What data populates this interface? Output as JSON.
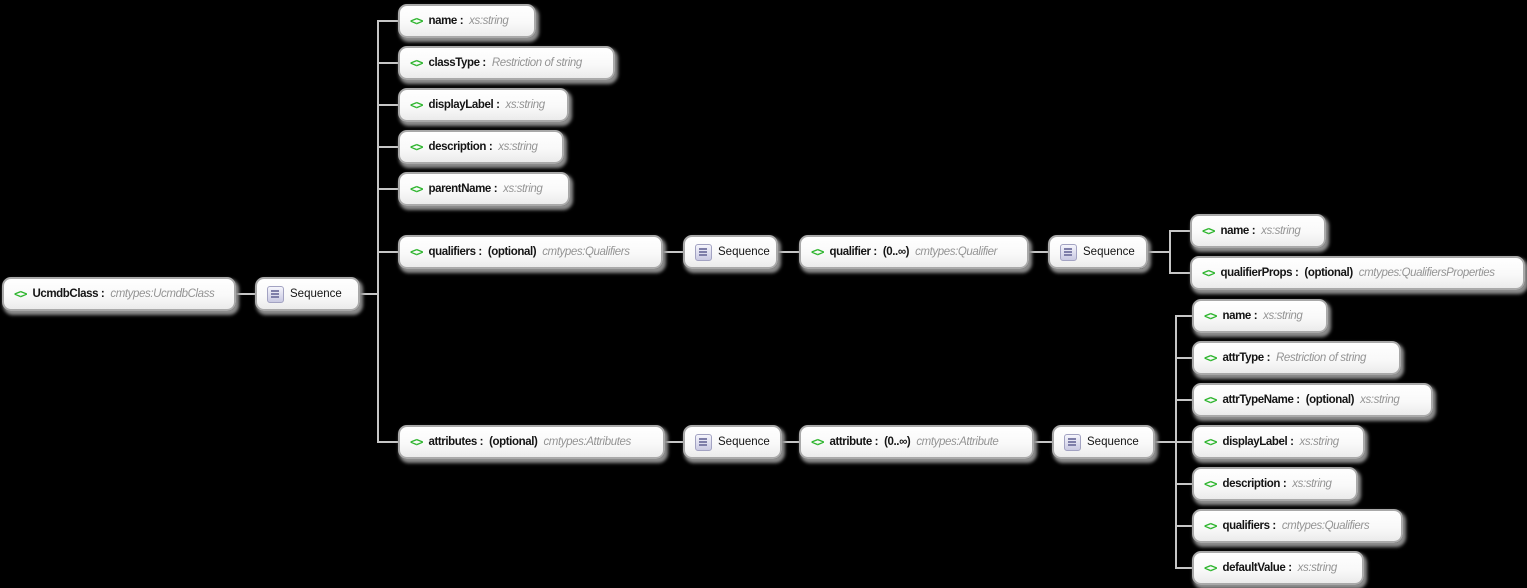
{
  "diagram": {
    "background": "#000000",
    "sequence_label": "Sequence",
    "icons": {
      "element_glyph": "<>"
    },
    "colors": {
      "element_icon": "#2db52d",
      "sequence_icon_fill": "#c9c9e2",
      "connector": "#c6c6c6",
      "type_text": "#949494",
      "node_border": "#a9a9a9"
    },
    "root_element": {
      "name": "UcmdbClass :",
      "type": "cmtypes:UcmdbClass"
    },
    "class_children": {
      "name": {
        "name": "name :",
        "type": "xs:string"
      },
      "classType": {
        "name": "classType :",
        "type": "Restriction of string"
      },
      "displayLabel": {
        "name": "displayLabel :",
        "type": "xs:string"
      },
      "description": {
        "name": "description :",
        "type": "xs:string"
      },
      "parentName": {
        "name": "parentName :",
        "type": "xs:string"
      },
      "qualifiers": {
        "name": "qualifiers :",
        "modifier": "(optional)",
        "type": "cmtypes:Qualifiers"
      },
      "attributes": {
        "name": "attributes :",
        "modifier": "(optional)",
        "type": "cmtypes:Attributes"
      }
    },
    "qualifiers_branch": {
      "qualifier": {
        "name": "qualifier :",
        "modifier": "(0..∞)",
        "type": "cmtypes:Qualifier"
      },
      "children": {
        "name": {
          "name": "name :",
          "type": "xs:string"
        },
        "qualifierProps": {
          "name": "qualifierProps :",
          "modifier": "(optional)",
          "type": "cmtypes:QualifiersProperties"
        }
      }
    },
    "attributes_branch": {
      "attribute": {
        "name": "attribute :",
        "modifier": "(0..∞)",
        "type": "cmtypes:Attribute"
      },
      "children": {
        "name": {
          "name": "name :",
          "type": "xs:string"
        },
        "attrType": {
          "name": "attrType :",
          "type": "Restriction of string"
        },
        "attrTypeName": {
          "name": "attrTypeName :",
          "modifier": "(optional)",
          "type": "xs:string"
        },
        "displayLabel": {
          "name": "displayLabel :",
          "type": "xs:string"
        },
        "description": {
          "name": "description :",
          "type": "xs:string"
        },
        "qualifiers": {
          "name": "qualifiers :",
          "type": "cmtypes:Qualifiers"
        },
        "defaultValue": {
          "name": "defaultValue :",
          "type": "xs:string"
        }
      }
    }
  }
}
